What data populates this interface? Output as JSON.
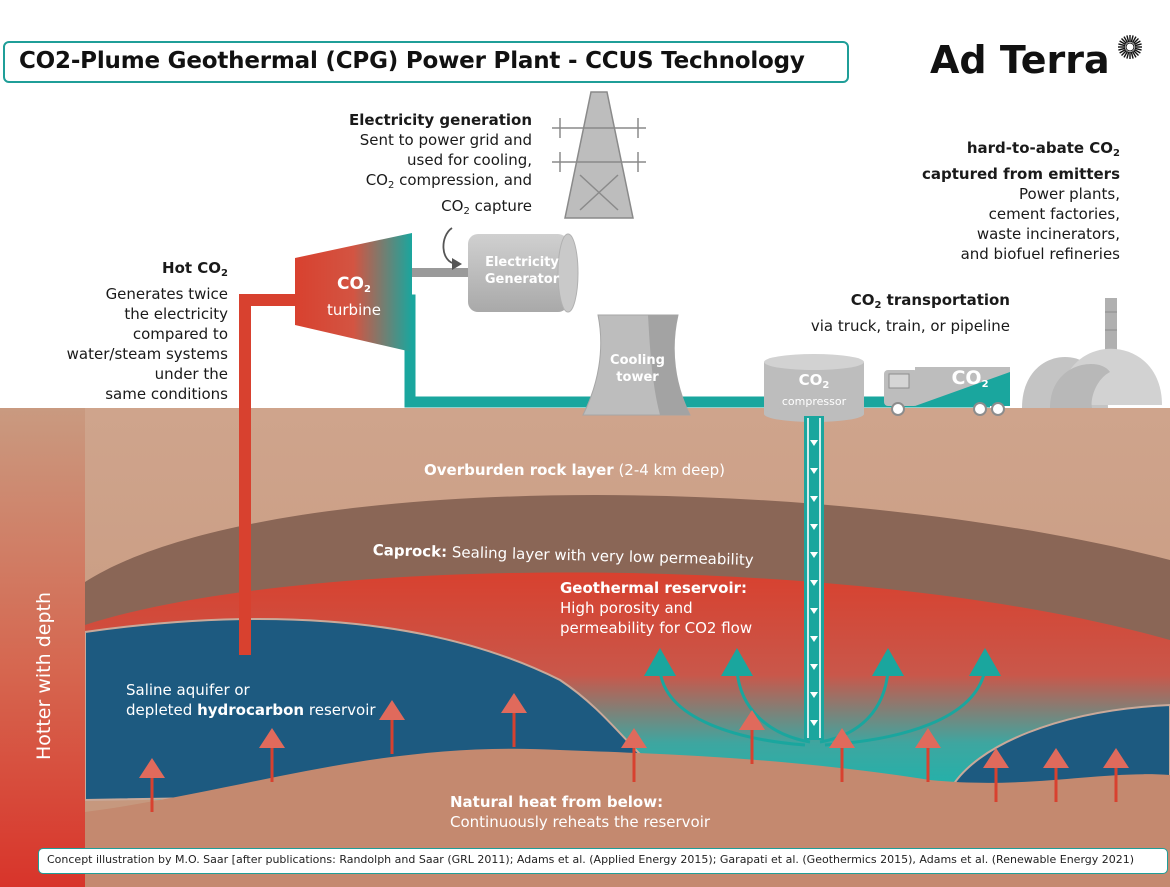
{
  "title": "CO2-Plume Geothermal (CPG) Power Plant - CCUS Technology",
  "logo": "Ad Terra",
  "electricity": {
    "heading": "Electricity generation",
    "line1": "Sent to power grid and",
    "line2": "used for cooling,",
    "line3a": "CO",
    "line3sub": "2",
    "line3b": " compression, and",
    "line4a": "CO",
    "line4sub": "2",
    "line4b": " capture"
  },
  "emitters": {
    "heading1a": "hard-to-abate CO",
    "heading1sub": "2",
    "heading2": "captured from emitters",
    "line1": "Power plants,",
    "line2": "cement factories,",
    "line3": "waste incinerators,",
    "line4": "and biofuel refineries"
  },
  "hot_co2": {
    "heading_a": "Hot CO",
    "heading_sub": "2",
    "line1": "Generates twice",
    "line2": "the electricity",
    "line3": "compared to",
    "line4": "water/steam systems",
    "line5": "under the",
    "line6": "same conditions"
  },
  "turbine": {
    "label_a": "CO",
    "label_sub": "2",
    "label2": "turbine"
  },
  "generator": {
    "line1": "Electricity",
    "line2": "Generator"
  },
  "cooling": {
    "line1": "Cooling",
    "line2": "tower"
  },
  "compressor": {
    "label_a": "CO",
    "label_sub": "2",
    "label2": "compressor"
  },
  "truck": {
    "label_a": "CO",
    "label_sub": "2"
  },
  "transport": {
    "heading_a": "CO",
    "heading_sub": "2",
    "heading_b": " transportation",
    "line1": "via truck, train, or pipeline"
  },
  "overburden": {
    "bold": "Overburden rock layer",
    "rest": " (2-4 km deep)"
  },
  "caprock": {
    "bold": "Caprock:",
    "rest": " Sealing layer with very low permeability"
  },
  "reservoir": {
    "heading": "Geothermal reservoir:",
    "line1": "High porosity and",
    "line2": "permeability for CO2 flow"
  },
  "aquifer": {
    "line1": "Saline aquifer or",
    "line2a": "depleted ",
    "line2b": "hydrocarbon",
    "line2c": " reservoir"
  },
  "heat": {
    "heading": "Natural heat from below:",
    "line1": "Continuously reheats the reservoir"
  },
  "depth_label": "Hotter with depth",
  "credit": "Concept illustration by M.O. Saar [after publications: Randolph and Saar (GRL 2011); Adams et al. (Applied Energy 2015); Garapati et al. (Geothermics 2015), Adams et al. (Renewable Energy 2021)",
  "colors": {
    "teal": "#1aa69e",
    "red": "#d8412f",
    "rock": "#c99a80",
    "caprock": "#8a6656",
    "aquifer": "#1d5a80",
    "grey": "#b5b5b5"
  }
}
